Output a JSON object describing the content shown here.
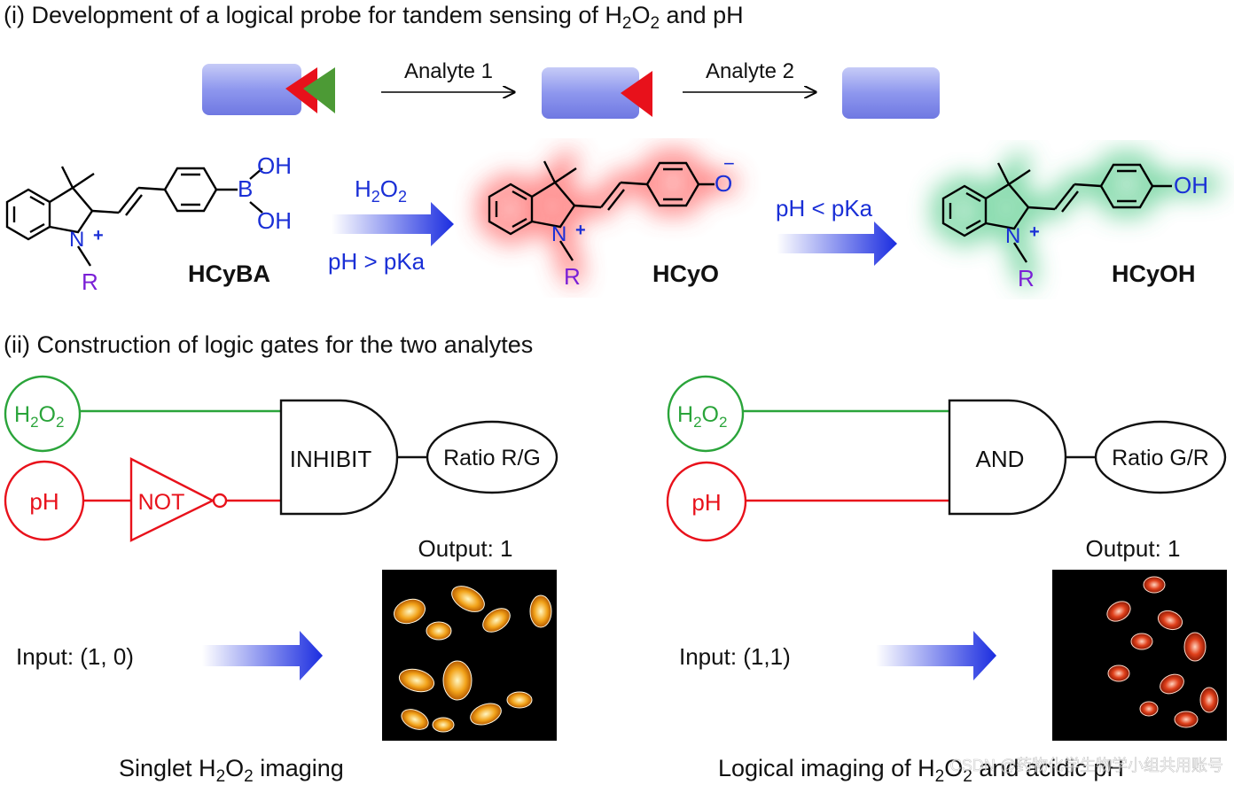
{
  "section_i": {
    "title_pre": "(i) Development of a logical probe for tandem sensing of H",
    "title_sub": "2",
    "title_mid": "O",
    "title_sub2": "2",
    "title_post": " and pH",
    "analyte1": "Analyte 1",
    "analyte2": "Analyte 2"
  },
  "molecules": {
    "hcyba": {
      "name": "HCyBA",
      "r": "R",
      "n": "N",
      "plus": "+",
      "b": "B",
      "oh1": "OH",
      "oh2": "OH"
    },
    "hcyo": {
      "name": "HCyO",
      "r": "R",
      "n": "N",
      "plus": "+",
      "o": "O",
      "minus": "−"
    },
    "hcyoh": {
      "name": "HCyOH",
      "r": "R",
      "n": "N",
      "plus": "+",
      "oh": "OH"
    }
  },
  "reaction1": {
    "h": "H",
    "s1": "2",
    "o": "O",
    "s2": "2",
    "cond": "pH > pKa"
  },
  "reaction2": {
    "cond": "pH < pKa"
  },
  "section_ii": {
    "title": "(ii) Construction of logic gates for the two analytes"
  },
  "left_gate": {
    "in1_h": "H",
    "in1_s1": "2",
    "in1_o": "O",
    "in1_s2": "2",
    "in2": "pH",
    "not": "NOT",
    "gate": "INHIBIT",
    "output": "Ratio R/G",
    "output_value": "Output: 1",
    "input_value": "Input: (1, 0)",
    "caption_pre": "Singlet H",
    "caption_s1": "2",
    "caption_mid": "O",
    "caption_s2": "2",
    "caption_post": " imaging"
  },
  "right_gate": {
    "in1_h": "H",
    "in1_s1": "2",
    "in1_o": "O",
    "in1_s2": "2",
    "in2": "pH",
    "gate": "AND",
    "output": "Ratio G/R",
    "output_value": "Output: 1",
    "input_value": "Input: (1,1)",
    "caption_pre": "Logical imaging of H",
    "caption_s1": "2",
    "caption_mid": "O",
    "caption_s2": "2",
    "caption_post": " and acidic pH"
  },
  "watermark": "CSDN @药物化学生物学小组共用账号",
  "colors": {
    "green": "#2aa43a",
    "red": "#e8111b",
    "blue": "#1a2fd6",
    "purple": "#7a1fd6",
    "block": "#8f98ef"
  }
}
